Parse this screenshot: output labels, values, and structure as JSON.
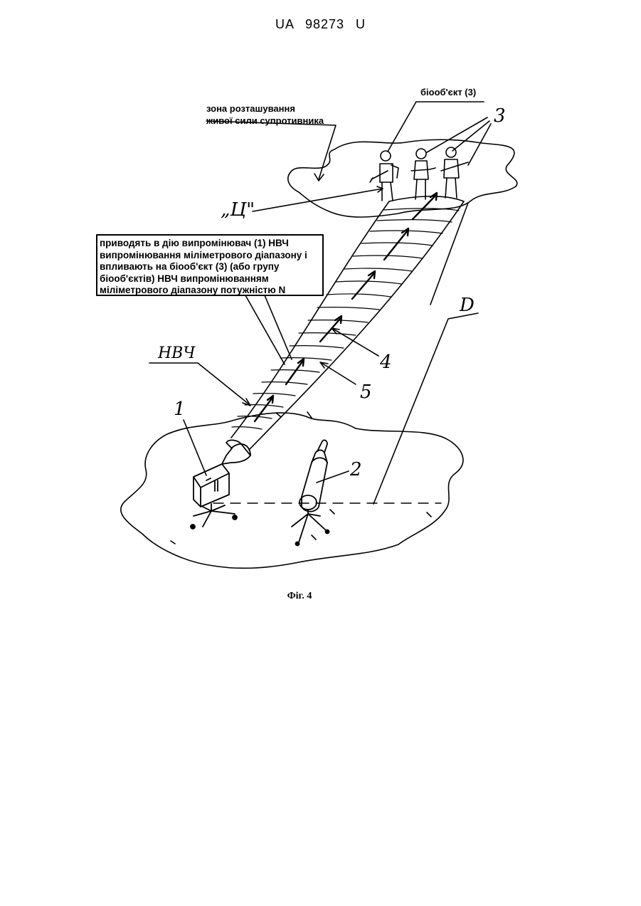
{
  "document": {
    "header": "UA 98273 U",
    "caption": "Фіг. 4"
  },
  "diagram": {
    "zone_label_line1": "зона розташування",
    "zone_label_line2": "живої сили супротивника",
    "bioobject_label": "біооб'єкт (3)",
    "callout_text": "приводять в дію випромінювач (1) НВЧ випромінювання міліметрового діапазону і впливають на біооб'єкт (3) (або групу біооб'єктів) НВЧ випромінюванням міліметрового діапазону потужністю N",
    "label_target": "„Ц\"",
    "label_hf": "НВЧ",
    "label_distance": "D",
    "num_1": "1",
    "num_2": "2",
    "num_3": "3",
    "num_4": "4",
    "num_5": "5"
  }
}
